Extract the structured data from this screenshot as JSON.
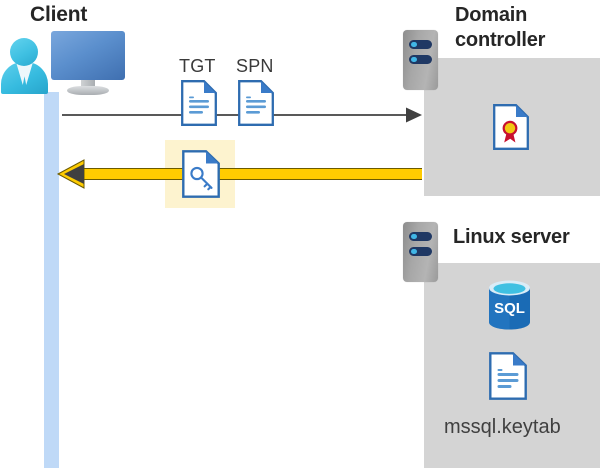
{
  "diagram": {
    "title_client": "Client",
    "title_domain_controller": "Domain\ncontroller",
    "title_linux_server": "Linux server",
    "labels": {
      "tgt": "TGT",
      "spn": "SPN",
      "keytab_file": "mssql.keytab"
    },
    "icons": {
      "client": "user-at-monitor-icon",
      "server_rack": "server-rack-icon",
      "tgt_document": "document-icon",
      "spn_document": "document-icon",
      "key_document": "key-document-icon",
      "certificate_document": "certificate-document-icon",
      "sql_database": "sql-database-icon",
      "keytab_document": "document-icon"
    },
    "flows": [
      {
        "name": "request-flow",
        "direction": "client-to-domain-controller",
        "style": "thin-gray-arrow",
        "carries": [
          "TGT",
          "SPN"
        ]
      },
      {
        "name": "ticket-flow",
        "direction": "domain-controller-to-client",
        "style": "thick-yellow-arrow",
        "carries": [
          "service-ticket"
        ],
        "highlighted": true
      }
    ],
    "colors": {
      "panel_gray": "#d4d4d4",
      "rack_navy": "#1f3864",
      "rack_dot_blue": "#41b6e6",
      "lifeline_blue": "#bfd9f7",
      "highlight_yellow": "#fdf3cf",
      "arrow_yellow": "#ffcc00",
      "arrow_gray": "#595959",
      "doc_blue": "#3a7bc8",
      "sql_blue": "#1a6bb5",
      "cert_gold": "#f2c811",
      "cert_red": "#c8102e",
      "title_text": "#262626"
    }
  }
}
